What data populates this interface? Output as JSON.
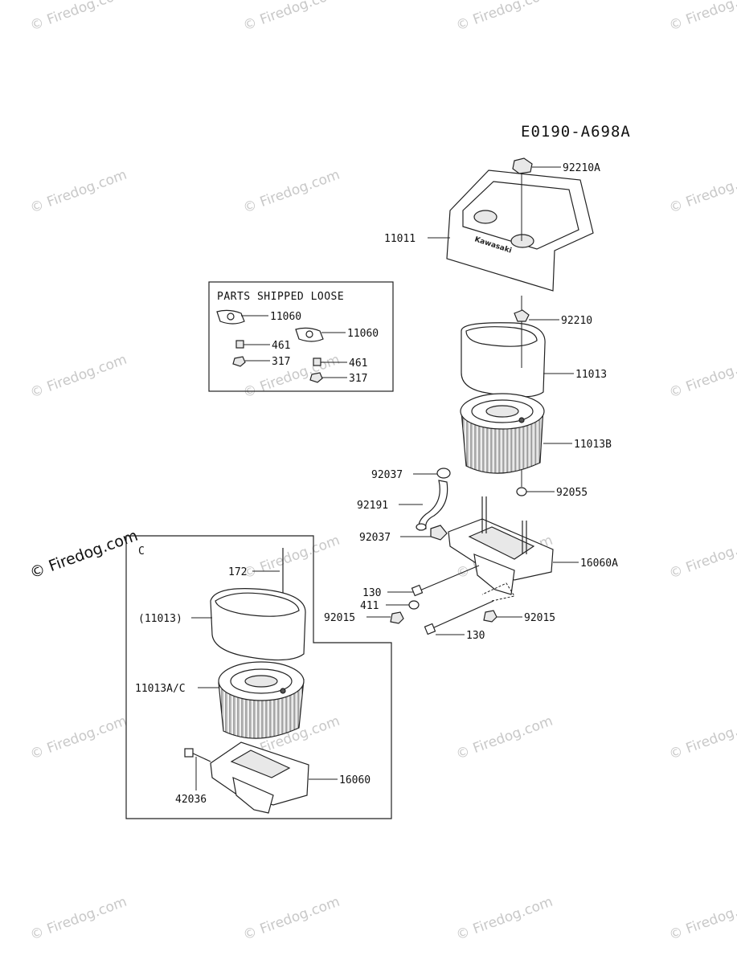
{
  "diagram_code": "E0190-A698A",
  "watermark_text": "© Firedog.com",
  "loose_parts": {
    "title": "PARTS SHIPPED LOOSE",
    "labels": [
      "11060",
      "461",
      "317",
      "11060",
      "461",
      "317"
    ]
  },
  "inset": {
    "letter": "C",
    "labels": [
      "172",
      "(11013)",
      "11013A/C",
      "16060",
      "42036"
    ]
  },
  "main_labels": {
    "cap_small": "92210A",
    "cover": "11011",
    "clip": "92210",
    "pre_cleaner": "11013",
    "element": "11013B",
    "clamp_top": "92037",
    "hose": "92191",
    "clamp_bottom": "92037",
    "washer_seal": "92055",
    "base": "16060A",
    "bolt_left": "130",
    "washer": "411",
    "nut_left": "92015",
    "nut_right": "92015",
    "bolt_bottom": "130"
  },
  "brand_mark": "Kawasaki"
}
